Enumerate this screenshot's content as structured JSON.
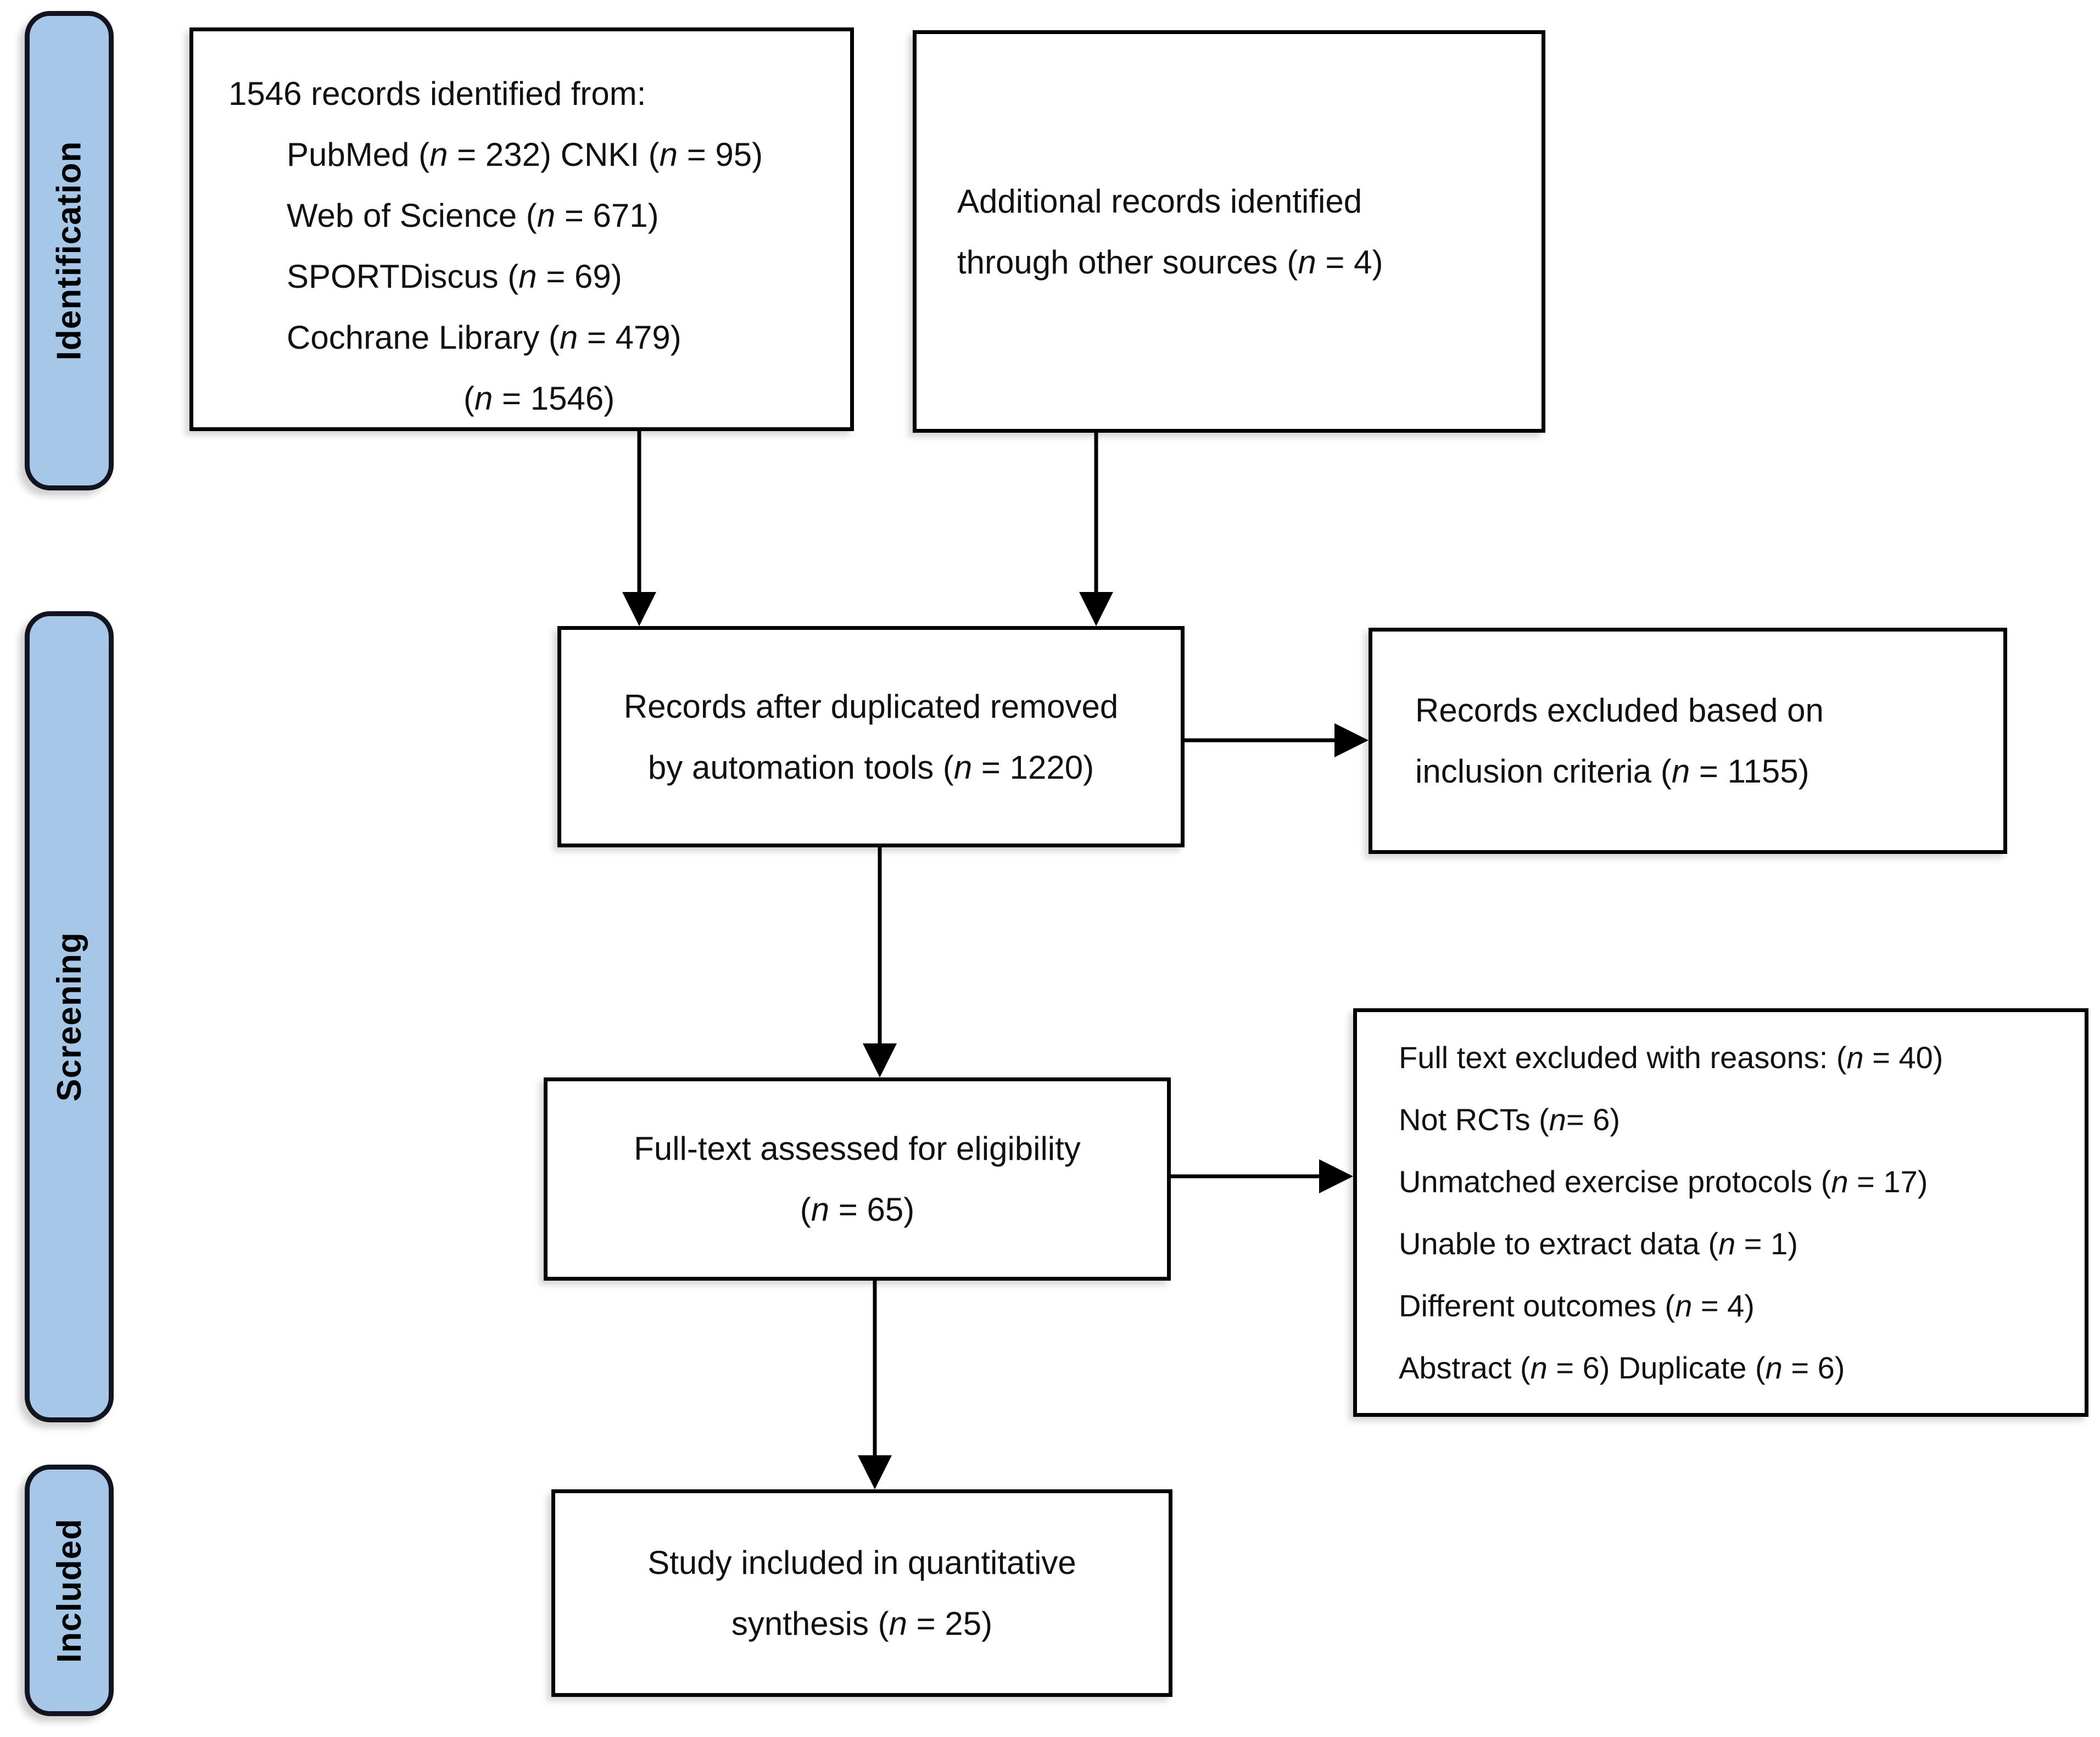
{
  "diagram": {
    "stages": [
      {
        "label": "Identification"
      },
      {
        "label": "Screening"
      },
      {
        "label": "Included"
      }
    ],
    "boxes": {
      "identified": {
        "line1": "1546 records identified from:",
        "sources": [
          "PubMed (n = 232) CNKI (n = 95)",
          "Web of Science (n = 671)",
          "SPORTDiscus (n = 69)",
          "Cochrane Library (n = 479)"
        ],
        "total": "(n = 1546)"
      },
      "additional": {
        "lines": [
          "Additional records identified",
          "through other sources (n = 4)"
        ]
      },
      "deduplicated": {
        "lines": [
          "Records after duplicated removed",
          "by automation tools (n = 1220)"
        ]
      },
      "excluded_screening": {
        "lines": [
          "Records excluded based on",
          "inclusion criteria (n = 1155)"
        ]
      },
      "fulltext": {
        "lines": [
          "Full-text assessed for eligibility",
          "(n = 65)"
        ]
      },
      "fulltext_excluded": {
        "lines": [
          "Full text excluded with reasons: (n = 40)",
          "Not RCTs (n= 6)",
          "Unmatched exercise protocols (n = 17)",
          "Unable to extract data (n = 1)",
          "Different outcomes (n = 4)",
          "Abstract (n = 6) Duplicate (n = 6)"
        ]
      },
      "included": {
        "lines": [
          "Study included in quantitative",
          "synthesis (n = 25)"
        ]
      }
    },
    "colors": {
      "stage_fill": "#a7c7e8",
      "stage_border": "#121520",
      "box_border": "#000000",
      "arrow": "#000000",
      "text": "#111111",
      "background": "#ffffff"
    }
  }
}
